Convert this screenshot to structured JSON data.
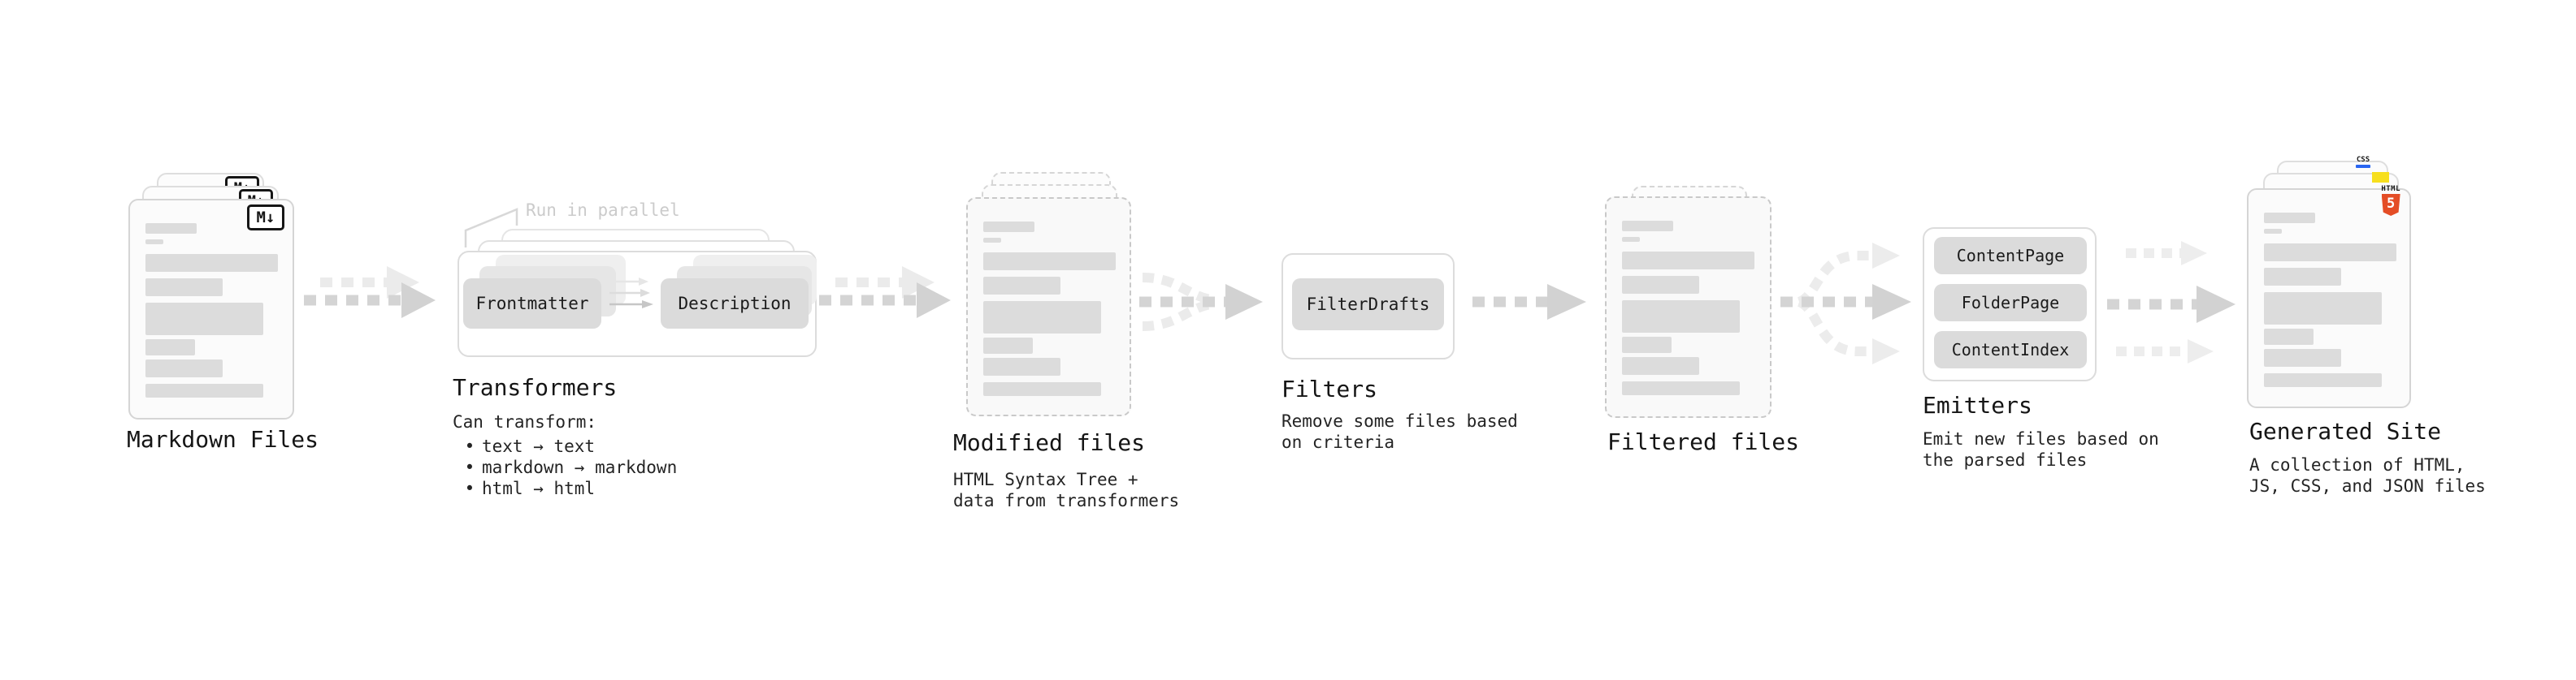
{
  "diagram": {
    "title_implicit": "Static site generation pipeline",
    "colors": {
      "doc_border": "#d5d5d5",
      "dashed_border": "#c9c9c9",
      "bar_fill": "#dcdcdc",
      "pill_fill": "#dbdbdb",
      "arrow_main": "#d4d4d4",
      "arrow_ghost": "#ebebeb",
      "text_dark": "#1a1a1a",
      "text_faint": "#cbcbcb",
      "css_blue": "#2965f1",
      "js_yellow": "#f7df1e",
      "html_orange": "#e44d26"
    },
    "stages": {
      "markdown": {
        "title": "Markdown Files",
        "badge": "M↓"
      },
      "transformers": {
        "title": "Transformers",
        "annotation": "Run in parallel",
        "pill_left": "Frontmatter",
        "pill_right": "Description",
        "subtitle": "Can transform:",
        "bullet": "•",
        "items": [
          "text → text",
          "markdown → markdown",
          "html → html"
        ]
      },
      "modified": {
        "title": "Modified files",
        "desc_lines": [
          "HTML Syntax Tree +",
          "data from transformers"
        ]
      },
      "filters": {
        "title": "Filters",
        "pill": "FilterDrafts",
        "desc_lines": [
          "Remove some files based",
          "on criteria"
        ]
      },
      "filtered": {
        "title": "Filtered files"
      },
      "emitters": {
        "title": "Emitters",
        "pills": [
          "ContentPage",
          "FolderPage",
          "ContentIndex"
        ],
        "desc_lines": [
          "Emit new files based on",
          "the parsed files"
        ]
      },
      "generated": {
        "title": "Generated Site",
        "desc_lines": [
          "A collection of HTML,",
          "JS, CSS, and JSON files"
        ],
        "badges": {
          "css": "CSS",
          "html_label": "HTML",
          "html_number": "5"
        }
      }
    }
  }
}
